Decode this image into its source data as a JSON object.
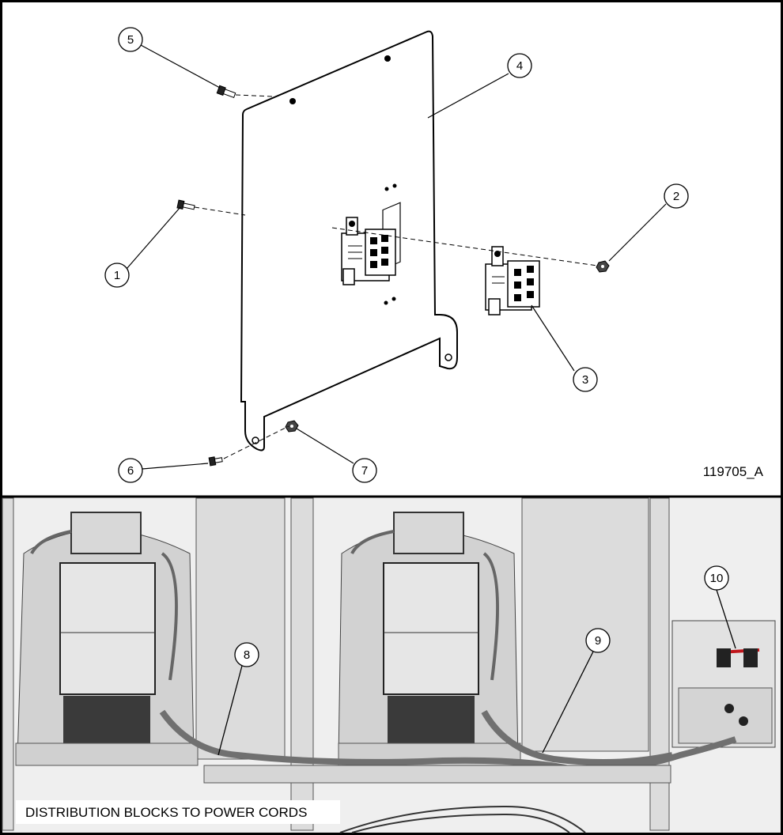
{
  "callouts": [
    "1",
    "2",
    "3",
    "4",
    "5",
    "6",
    "7",
    "8",
    "9",
    "10"
  ],
  "document_id": "119705_A",
  "caption": "DISTRIBUTION BLOCKS TO POWER CORDS",
  "colors": {
    "line": "#000000",
    "panel_fill": "#ffffff",
    "photo_light": "#e8e8e8",
    "photo_mid": "#bdbdbd",
    "photo_dark": "#4a4a4a",
    "cord": "#6e6e6e",
    "wire_red": "#c0161b"
  },
  "icons": [
    "screw-icon",
    "nut-icon",
    "distribution-block-icon"
  ]
}
